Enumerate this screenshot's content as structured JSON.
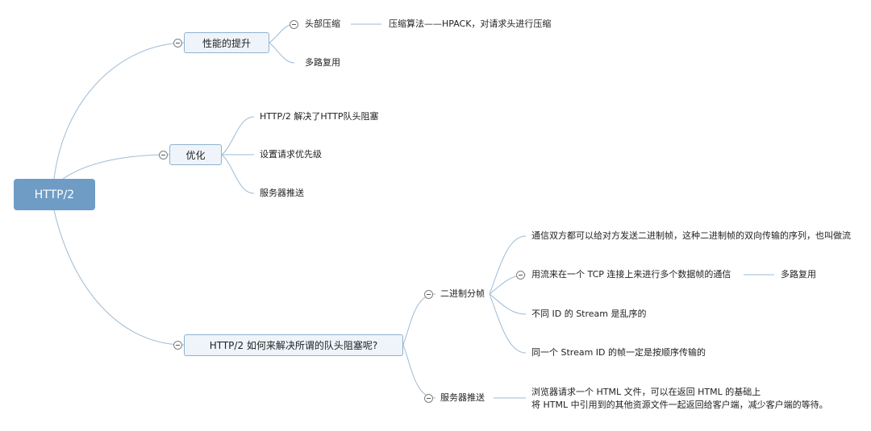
{
  "root": {
    "label": "HTTP/2"
  },
  "branches": {
    "performance": {
      "label": "性能的提升",
      "header_compression": {
        "label": "头部压缩",
        "detail": "压缩算法——HPACK，对请求头进行压缩"
      },
      "multiplexing": {
        "label": "多路复用"
      }
    },
    "optimization": {
      "label": "优化",
      "items": [
        "HTTP/2  解决了HTTP队头阻塞",
        "设置请求优先级",
        "服务器推送"
      ]
    },
    "hol_blocking": {
      "label": "HTTP/2 如何来解决所谓的队头阻塞呢?",
      "binary_framing": {
        "label": "二进制分帧",
        "items": [
          "通信双方都可以给对方发送二进制帧，这种二进制帧的双向传输的序列，也叫做流",
          "用流来在一个 TCP 连接上来进行多个数据帧的通信",
          "不同 ID 的 Stream 是乱序的",
          "同一个 Stream ID 的帧一定是按顺序传输的"
        ],
        "stream_note": "多路复用"
      },
      "server_push": {
        "label": "服务器推送",
        "detail_line1": "浏览器请求一个 HTML 文件，可以在返回 HTML 的基础上",
        "detail_line2": "将 HTML 中引用到的其他资源文件一起返回给客户端，减少客户端的等待。"
      }
    }
  },
  "colors": {
    "root_fill": "#6f9cc4",
    "box_fill": "#eef4fa",
    "box_border": "#8fb2cf",
    "connector": "#9dbbd5"
  }
}
